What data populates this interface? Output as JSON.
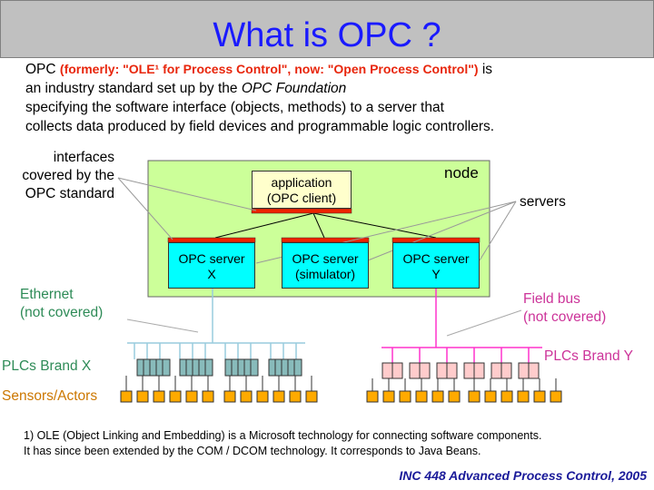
{
  "slide": {
    "title": "What is OPC ?",
    "intro_opc": "OPC ",
    "intro_formerly": "(formerly: \"OLE¹ for Process Control\", now: \"Open Process Control\")",
    "intro_is": " is",
    "intro_line2": "an industry standard set up by the ",
    "intro_foundation": "OPC Foundation",
    "intro_line3": "specifying the software interface (objects, methods) to a server that",
    "intro_line4": "collects data produced by field devices and programmable logic controllers."
  },
  "diagram": {
    "interfaces_label_1": "interfaces",
    "interfaces_label_2": "covered by the",
    "interfaces_label_3": "OPC standard",
    "node_label": "node",
    "servers_label": "servers",
    "application_label_1": "application",
    "application_label_2": "(OPC client)",
    "server_x_1": "OPC server",
    "server_x_2": "X",
    "server_sim_1": "OPC server",
    "server_sim_2": "(simulator)",
    "server_y_1": "OPC server",
    "server_y_2": "Y",
    "ethernet_1": "Ethernet",
    "ethernet_2": "(not covered)",
    "fieldbus_1": "Field bus",
    "fieldbus_2": "(not covered)",
    "plcs_x": "PLCs Brand X",
    "plcs_y": "PLCs Brand Y",
    "sensors": "Sensors/Actors"
  },
  "colors": {
    "title": "#1a1aff",
    "node_fill": "#ccff99",
    "server_fill": "#00ffff",
    "app_fill": "#ffffcc",
    "interface_bar": "#ee2200",
    "ethernet_line": "#99ccdd",
    "fieldbus_line": "#ff33cc",
    "plc_x_fill": "#88bbbb",
    "plc_y_fill": "#ffcccc",
    "sensor_fill": "#ffaa00"
  },
  "footnote": {
    "line1": "1) OLE (Object Linking and Embedding) is a Microsoft technology for connecting software components.",
    "line2": "It has since been extended by the COM / DCOM technology. It corresponds to Java Beans."
  },
  "footer": "INC 448 Advanced Process Control, 2005"
}
